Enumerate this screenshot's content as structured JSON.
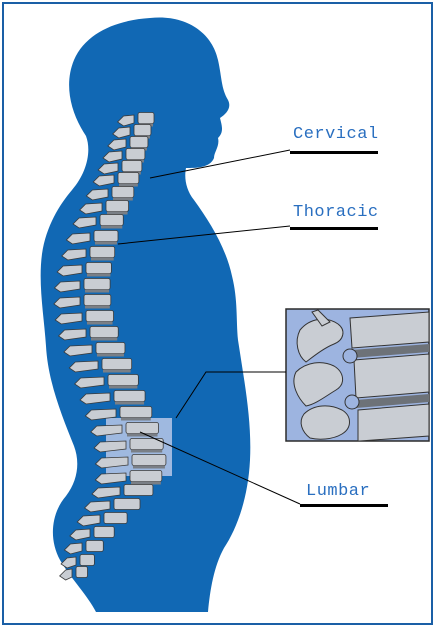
{
  "labels": {
    "cervical": "Cervical",
    "thoracic": "Thoracic",
    "lumbar": "Lumbar"
  },
  "colors": {
    "body": "#1168b4",
    "bone": "#c9cdd3",
    "bone_outline": "#3a3a3a",
    "disc": "#7a7f86",
    "label_text": "#2a6fc0",
    "leader_line": "#000000",
    "frame_border": "#1a5fa6",
    "inset_background": "#9db4e0",
    "lumbar_highlight": "#b9c8e8"
  },
  "icons": {
    "body": "human-profile-silhouette",
    "spine": "vertebral-column",
    "inset": "lumbar-vertebrae-closeup"
  }
}
